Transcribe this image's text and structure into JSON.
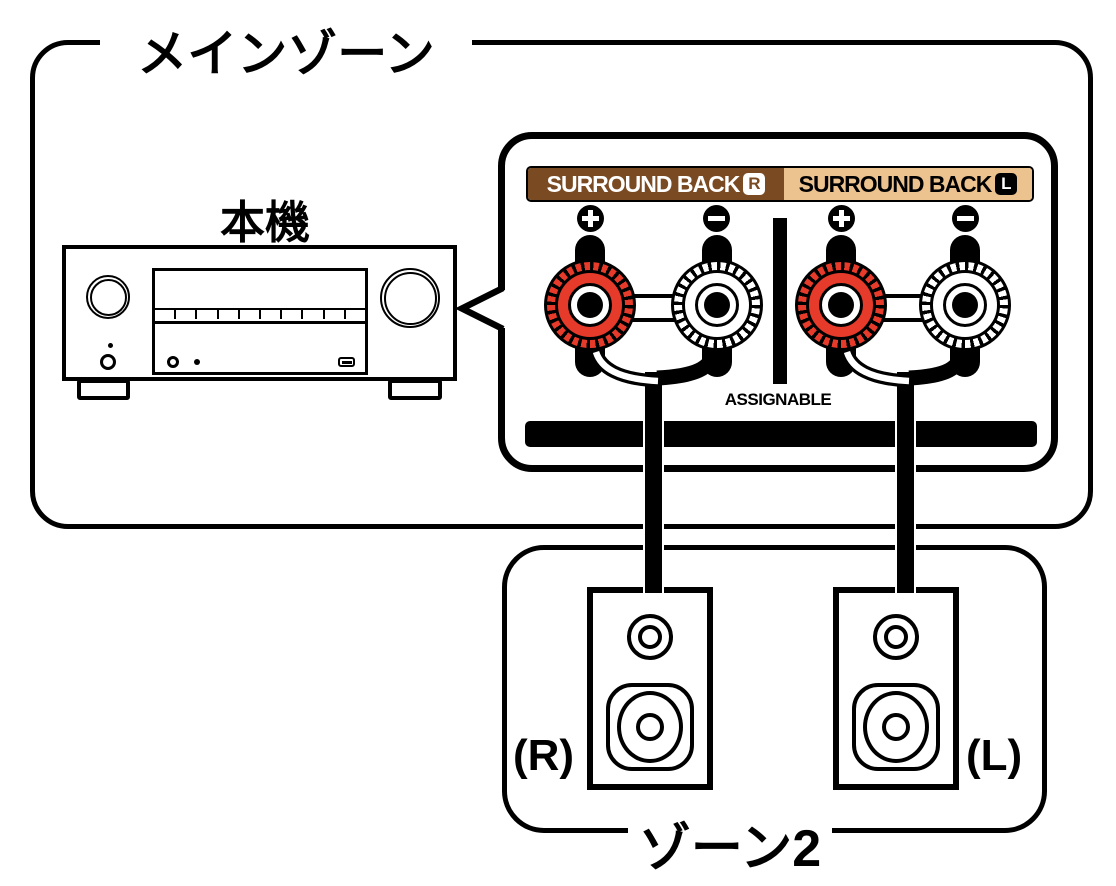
{
  "diagram_type": "AV receiver Zone2 speaker connection diagram",
  "colors": {
    "line_black": "#000000",
    "terminal_brown": "#7a4a22",
    "terminal_tan": "#ecc28f",
    "post_red": "#e63a2a",
    "background": "#ffffff"
  },
  "main_zone": {
    "label": "メインゾーン",
    "unit_label": "本機"
  },
  "terminal_panel": {
    "channels": [
      {
        "label": "SURROUND BACK",
        "badge": "R",
        "plus_symbol": "+",
        "minus_symbol": "−",
        "theme": "brown"
      },
      {
        "label": "SURROUND BACK",
        "badge": "L",
        "plus_symbol": "+",
        "minus_symbol": "−",
        "theme": "tan"
      }
    ],
    "assignable_label": "ASSIGNABLE"
  },
  "zone2": {
    "label": "ゾーン2",
    "speakers": [
      {
        "position_label": "(R)"
      },
      {
        "position_label": "(L)"
      }
    ]
  }
}
